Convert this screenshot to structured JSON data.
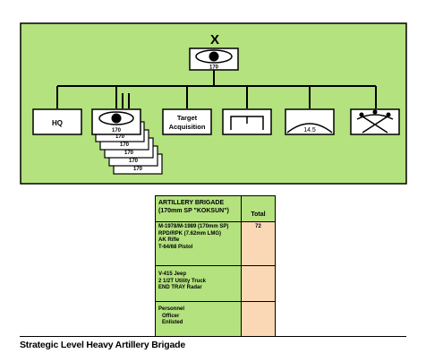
{
  "colors": {
    "panel_green": "#b3e27e",
    "total_cell": "#fbd8b5",
    "stroke": "#000000"
  },
  "org_chart": {
    "top_unit": {
      "echelon": "X",
      "symbol": "artillery-sp-icon",
      "caliber": "170"
    },
    "subunits": [
      {
        "label_lines": [
          "HQ"
        ]
      },
      {
        "symbol": "artillery-sp-icon",
        "stack_labels": [
          "170",
          "170",
          "170",
          "170",
          "170",
          "170"
        ]
      },
      {
        "label_lines": [
          "Target",
          "Acquisition"
        ]
      },
      {
        "symbol": "maintenance-bracket-icon"
      },
      {
        "symbol": "gauge-arc-icon",
        "value": "14.5"
      },
      {
        "symbol": "crossed-tools-icon"
      }
    ]
  },
  "table": {
    "header_lines": [
      "ARTILLERY BRIGADE",
      "(170mm SP \"KOKSUN\")"
    ],
    "total_header": "Total",
    "rows": [
      {
        "lines": [
          "M-1978/M-1989 (170mm SP)",
          "RPD/RPK (7.62mm LMG)",
          "AK Rifle",
          "T-64/68 Pistol"
        ],
        "total": "72"
      },
      {
        "lines": [
          "V-415 Jeep",
          "2 1/2T Utility Truck",
          "END TRAY Radar"
        ],
        "total": ""
      },
      {
        "lines": [
          "Personnel",
          "  Officer",
          "  Enlisted"
        ],
        "total": ""
      }
    ]
  },
  "caption": "Strategic Level Heavy Artillery Brigade"
}
